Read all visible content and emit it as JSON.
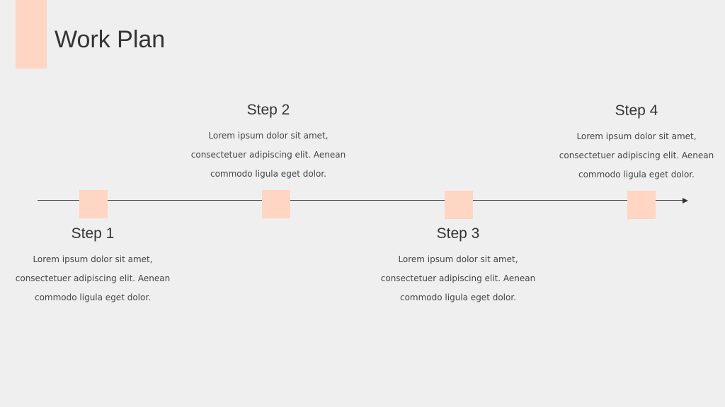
{
  "slide": {
    "title": "Work Plan",
    "accent_color": "#ffd5c4"
  },
  "steps": [
    {
      "heading": "Step 1",
      "lines": [
        "Lorem ipsum dolor sit amet,",
        "consectetuer adipiscing elit. Aenean",
        "commodo ligula eget dolor."
      ]
    },
    {
      "heading": "Step 2",
      "lines": [
        "Lorem ipsum dolor sit amet,",
        "consectetuer adipiscing elit. Aenean",
        "commodo ligula eget dolor."
      ]
    },
    {
      "heading": "Step 3",
      "lines": [
        "Lorem ipsum dolor sit amet,",
        "consectetuer adipiscing elit. Aenean",
        "commodo ligula eget dolor."
      ]
    },
    {
      "heading": "Step 4",
      "lines": [
        "Lorem ipsum dolor sit amet,",
        "consectetuer adipiscing elit. Aenean",
        "commodo ligula eget dolor."
      ]
    }
  ]
}
